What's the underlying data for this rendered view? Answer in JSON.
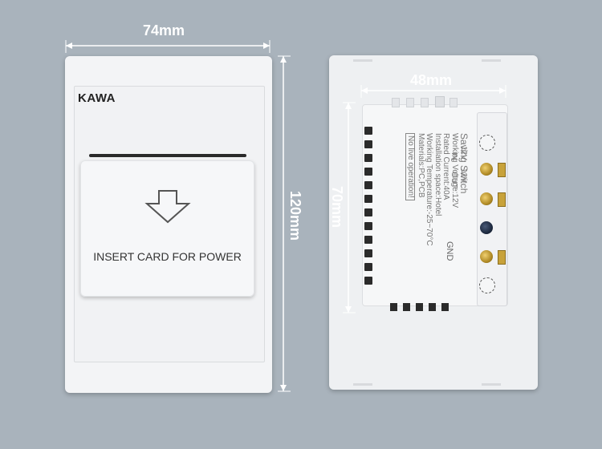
{
  "front": {
    "width_label": "74mm",
    "height_label": "120mm",
    "brand": "KAWA",
    "card_text": "INSERT CARD FOR POWER"
  },
  "back": {
    "width_label": "48mm",
    "height_label": "70mm",
    "label_lines": [
      "Saving Switch",
      "Working Voltage:12V",
      "Rated Current:40A",
      "Installation space:Hotel",
      "Working Temperature:-25~70°C",
      "Materials:PC,PCB"
    ],
    "warning": "No live operation!",
    "terminal_in_voltage": "12V",
    "terminal_in_label": "IN",
    "terminal_out_voltage": "12V",
    "terminal_out_label": "OUT",
    "terminal_gnd_label": "GND"
  },
  "colors": {
    "background": "#a9b3bc",
    "plate": "#f3f4f6",
    "terminal_gold": "#c8a23a",
    "dimension_line": "#ffffff"
  }
}
